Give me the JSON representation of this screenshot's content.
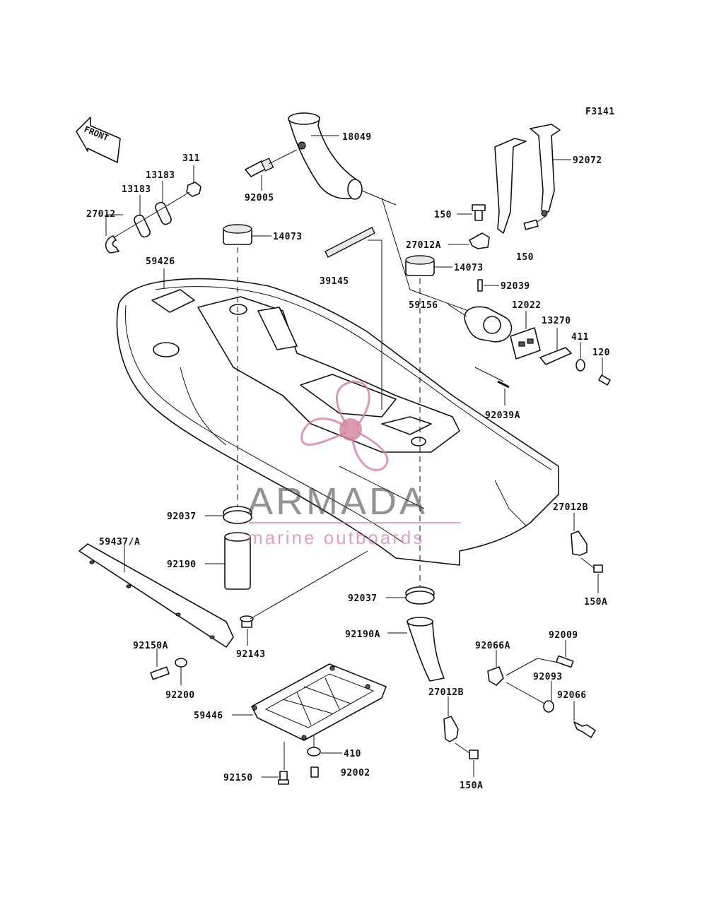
{
  "figure_code": "F3141",
  "front_label": "FRONT",
  "watermark": {
    "brand": "ARMADA",
    "tagline": "marine outboards",
    "accent_color": "#d4829e"
  },
  "part_numbers": {
    "p18049": "18049",
    "p92005": "92005",
    "p311": "311",
    "p13183a": "13183",
    "p13183b": "13183",
    "p27012": "27012",
    "p14073a": "14073",
    "p59426": "59426",
    "p39145": "39145",
    "p92072": "92072",
    "p150a": "150",
    "p150b": "150",
    "p27012A": "27012A",
    "p14073b": "14073",
    "p92039": "92039",
    "p12022": "12022",
    "p13270": "13270",
    "p411": "411",
    "p120": "120",
    "p59156": "59156",
    "p92039A": "92039A",
    "p92037a": "92037",
    "p59437": "59437/A",
    "p92190": "92190",
    "p27012Ba": "27012B",
    "p150Aa": "150A",
    "p92037b": "92037",
    "p92190A": "92190A",
    "p92143": "92143",
    "p92150A": "92150A",
    "p92200": "92200",
    "p92066A": "92066A",
    "p92009": "92009",
    "p92093": "92093",
    "p92066": "92066",
    "p27012Bb": "27012B",
    "p59446": "59446",
    "p410": "410",
    "p92002": "92002",
    "p92150": "92150",
    "p150Ab": "150A"
  }
}
